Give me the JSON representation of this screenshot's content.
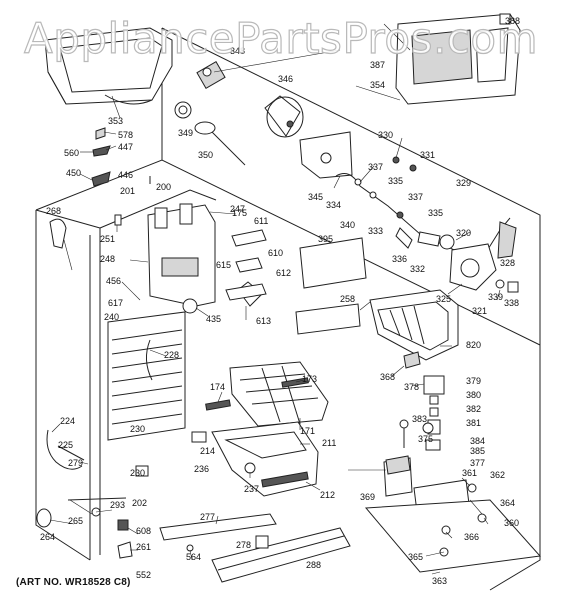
{
  "watermark": "AppliancePartsPros.com",
  "art_number": "(ART NO. WR18528 C8)",
  "callouts": [
    {
      "id": "c388",
      "text": "388"
    },
    {
      "id": "c387",
      "text": "387"
    },
    {
      "id": "c354",
      "text": "354"
    },
    {
      "id": "c348",
      "text": "348"
    },
    {
      "id": "c346",
      "text": "346"
    },
    {
      "id": "c353",
      "text": "353"
    },
    {
      "id": "c578",
      "text": "578"
    },
    {
      "id": "c447",
      "text": "447"
    },
    {
      "id": "c349",
      "text": "349"
    },
    {
      "id": "c350",
      "text": "350"
    },
    {
      "id": "c560",
      "text": "560"
    },
    {
      "id": "c446",
      "text": "446"
    },
    {
      "id": "c450",
      "text": "450"
    },
    {
      "id": "c330",
      "text": "330"
    },
    {
      "id": "c331",
      "text": "331"
    },
    {
      "id": "c337a",
      "text": "337"
    },
    {
      "id": "c335a",
      "text": "335"
    },
    {
      "id": "c329",
      "text": "329"
    },
    {
      "id": "c201",
      "text": "201"
    },
    {
      "id": "c200",
      "text": "200"
    },
    {
      "id": "c268",
      "text": "268"
    },
    {
      "id": "c247",
      "text": "247"
    },
    {
      "id": "c345",
      "text": "345"
    },
    {
      "id": "c334",
      "text": "334"
    },
    {
      "id": "c340",
      "text": "340"
    },
    {
      "id": "c337b",
      "text": "337"
    },
    {
      "id": "c335b",
      "text": "335"
    },
    {
      "id": "c333",
      "text": "333"
    },
    {
      "id": "c175",
      "text": "175"
    },
    {
      "id": "c611",
      "text": "611"
    },
    {
      "id": "c251",
      "text": "251"
    },
    {
      "id": "c395",
      "text": "395"
    },
    {
      "id": "c320",
      "text": "320"
    },
    {
      "id": "c248",
      "text": "248"
    },
    {
      "id": "c610",
      "text": "610"
    },
    {
      "id": "c615",
      "text": "615"
    },
    {
      "id": "c336",
      "text": "336"
    },
    {
      "id": "c332",
      "text": "332"
    },
    {
      "id": "c328",
      "text": "328"
    },
    {
      "id": "c456",
      "text": "456"
    },
    {
      "id": "c612",
      "text": "612"
    },
    {
      "id": "c258",
      "text": "258"
    },
    {
      "id": "c325",
      "text": "325"
    },
    {
      "id": "c339",
      "text": "339"
    },
    {
      "id": "c338",
      "text": "338"
    },
    {
      "id": "c617",
      "text": "617"
    },
    {
      "id": "c321",
      "text": "321"
    },
    {
      "id": "c240",
      "text": "240"
    },
    {
      "id": "c435",
      "text": "435"
    },
    {
      "id": "c613",
      "text": "613"
    },
    {
      "id": "c820",
      "text": "820"
    },
    {
      "id": "c228",
      "text": "228"
    },
    {
      "id": "c173",
      "text": "173"
    },
    {
      "id": "c368",
      "text": "368"
    },
    {
      "id": "c378",
      "text": "378"
    },
    {
      "id": "c379",
      "text": "379"
    },
    {
      "id": "c174",
      "text": "174"
    },
    {
      "id": "c380",
      "text": "380"
    },
    {
      "id": "c382",
      "text": "382"
    },
    {
      "id": "c383",
      "text": "383"
    },
    {
      "id": "c171",
      "text": "171"
    },
    {
      "id": "c381",
      "text": "381"
    },
    {
      "id": "c224",
      "text": "224"
    },
    {
      "id": "c230a",
      "text": "230"
    },
    {
      "id": "c211",
      "text": "211"
    },
    {
      "id": "c375",
      "text": "375"
    },
    {
      "id": "c384",
      "text": "384"
    },
    {
      "id": "c225",
      "text": "225"
    },
    {
      "id": "c214",
      "text": "214"
    },
    {
      "id": "c385",
      "text": "385"
    },
    {
      "id": "c279",
      "text": "279"
    },
    {
      "id": "c236",
      "text": "236"
    },
    {
      "id": "c377",
      "text": "377"
    },
    {
      "id": "c230b",
      "text": "230"
    },
    {
      "id": "c361",
      "text": "361"
    },
    {
      "id": "c362",
      "text": "362"
    },
    {
      "id": "c237",
      "text": "237"
    },
    {
      "id": "c369",
      "text": "369"
    },
    {
      "id": "c212",
      "text": "212"
    },
    {
      "id": "c293",
      "text": "293"
    },
    {
      "id": "c202",
      "text": "202"
    },
    {
      "id": "c364",
      "text": "364"
    },
    {
      "id": "c265",
      "text": "265"
    },
    {
      "id": "c277",
      "text": "277"
    },
    {
      "id": "c360",
      "text": "360"
    },
    {
      "id": "c264",
      "text": "264"
    },
    {
      "id": "c608",
      "text": "608"
    },
    {
      "id": "c261",
      "text": "261"
    },
    {
      "id": "c278",
      "text": "278"
    },
    {
      "id": "c366",
      "text": "366"
    },
    {
      "id": "c564",
      "text": "564"
    },
    {
      "id": "c365",
      "text": "365"
    },
    {
      "id": "c552",
      "text": "552"
    },
    {
      "id": "c288",
      "text": "288"
    },
    {
      "id": "c363",
      "text": "363"
    }
  ]
}
